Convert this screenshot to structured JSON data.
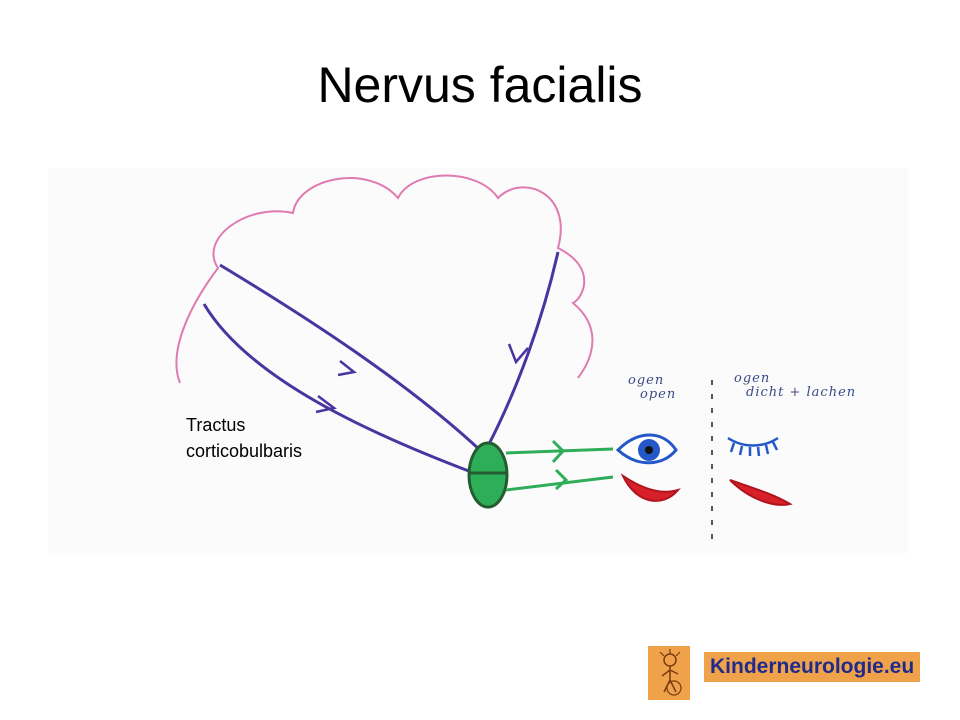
{
  "slide": {
    "title": "Nervus facialis"
  },
  "diagram": {
    "tract_label_line1": "Tractus",
    "tract_label_line2": "corticobulbaris",
    "eyes_open_line1": "ogen",
    "eyes_open_line2": "open",
    "eyes_closed_line1": "ogen",
    "eyes_closed_line2": "dicht + lachen",
    "colors": {
      "brain_outline": "#e07ab0",
      "tracts": "#4a35a0",
      "nucleus": "#2fae5a",
      "nerve_fibers": "#2fae5a",
      "eye_iris": "#2458c8",
      "mouth": "#d8202a",
      "separator": "#555555"
    }
  },
  "logo": {
    "text": "Kinderneurologie.eu",
    "background": "#f0a24a",
    "text_color": "#1e2b8c",
    "icon": "child-figure-icon"
  }
}
